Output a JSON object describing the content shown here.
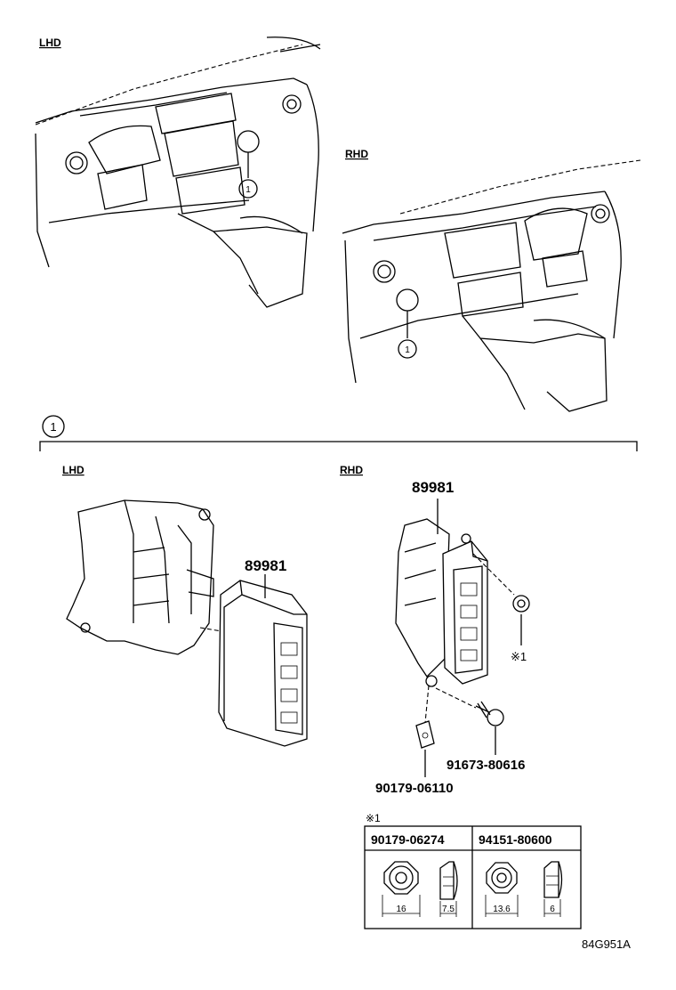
{
  "labels": {
    "top_lhd": "LHD",
    "top_rhd": "RHD",
    "callout": "1",
    "section": "1",
    "detail_lhd": "LHD",
    "detail_rhd": "RHD"
  },
  "parts": {
    "lhd_module": "89981",
    "rhd_module": "89981",
    "screw": "91673-80616",
    "clip": "90179-06110",
    "note_ref": "※1"
  },
  "table": {
    "note": "※1",
    "col1_part": "90179-06274",
    "col2_part": "94151-80600",
    "dim_16": "16",
    "dim_75": "7.5",
    "dim_136": "13.6",
    "dim_6": "6"
  },
  "figure_code": "84G951A"
}
